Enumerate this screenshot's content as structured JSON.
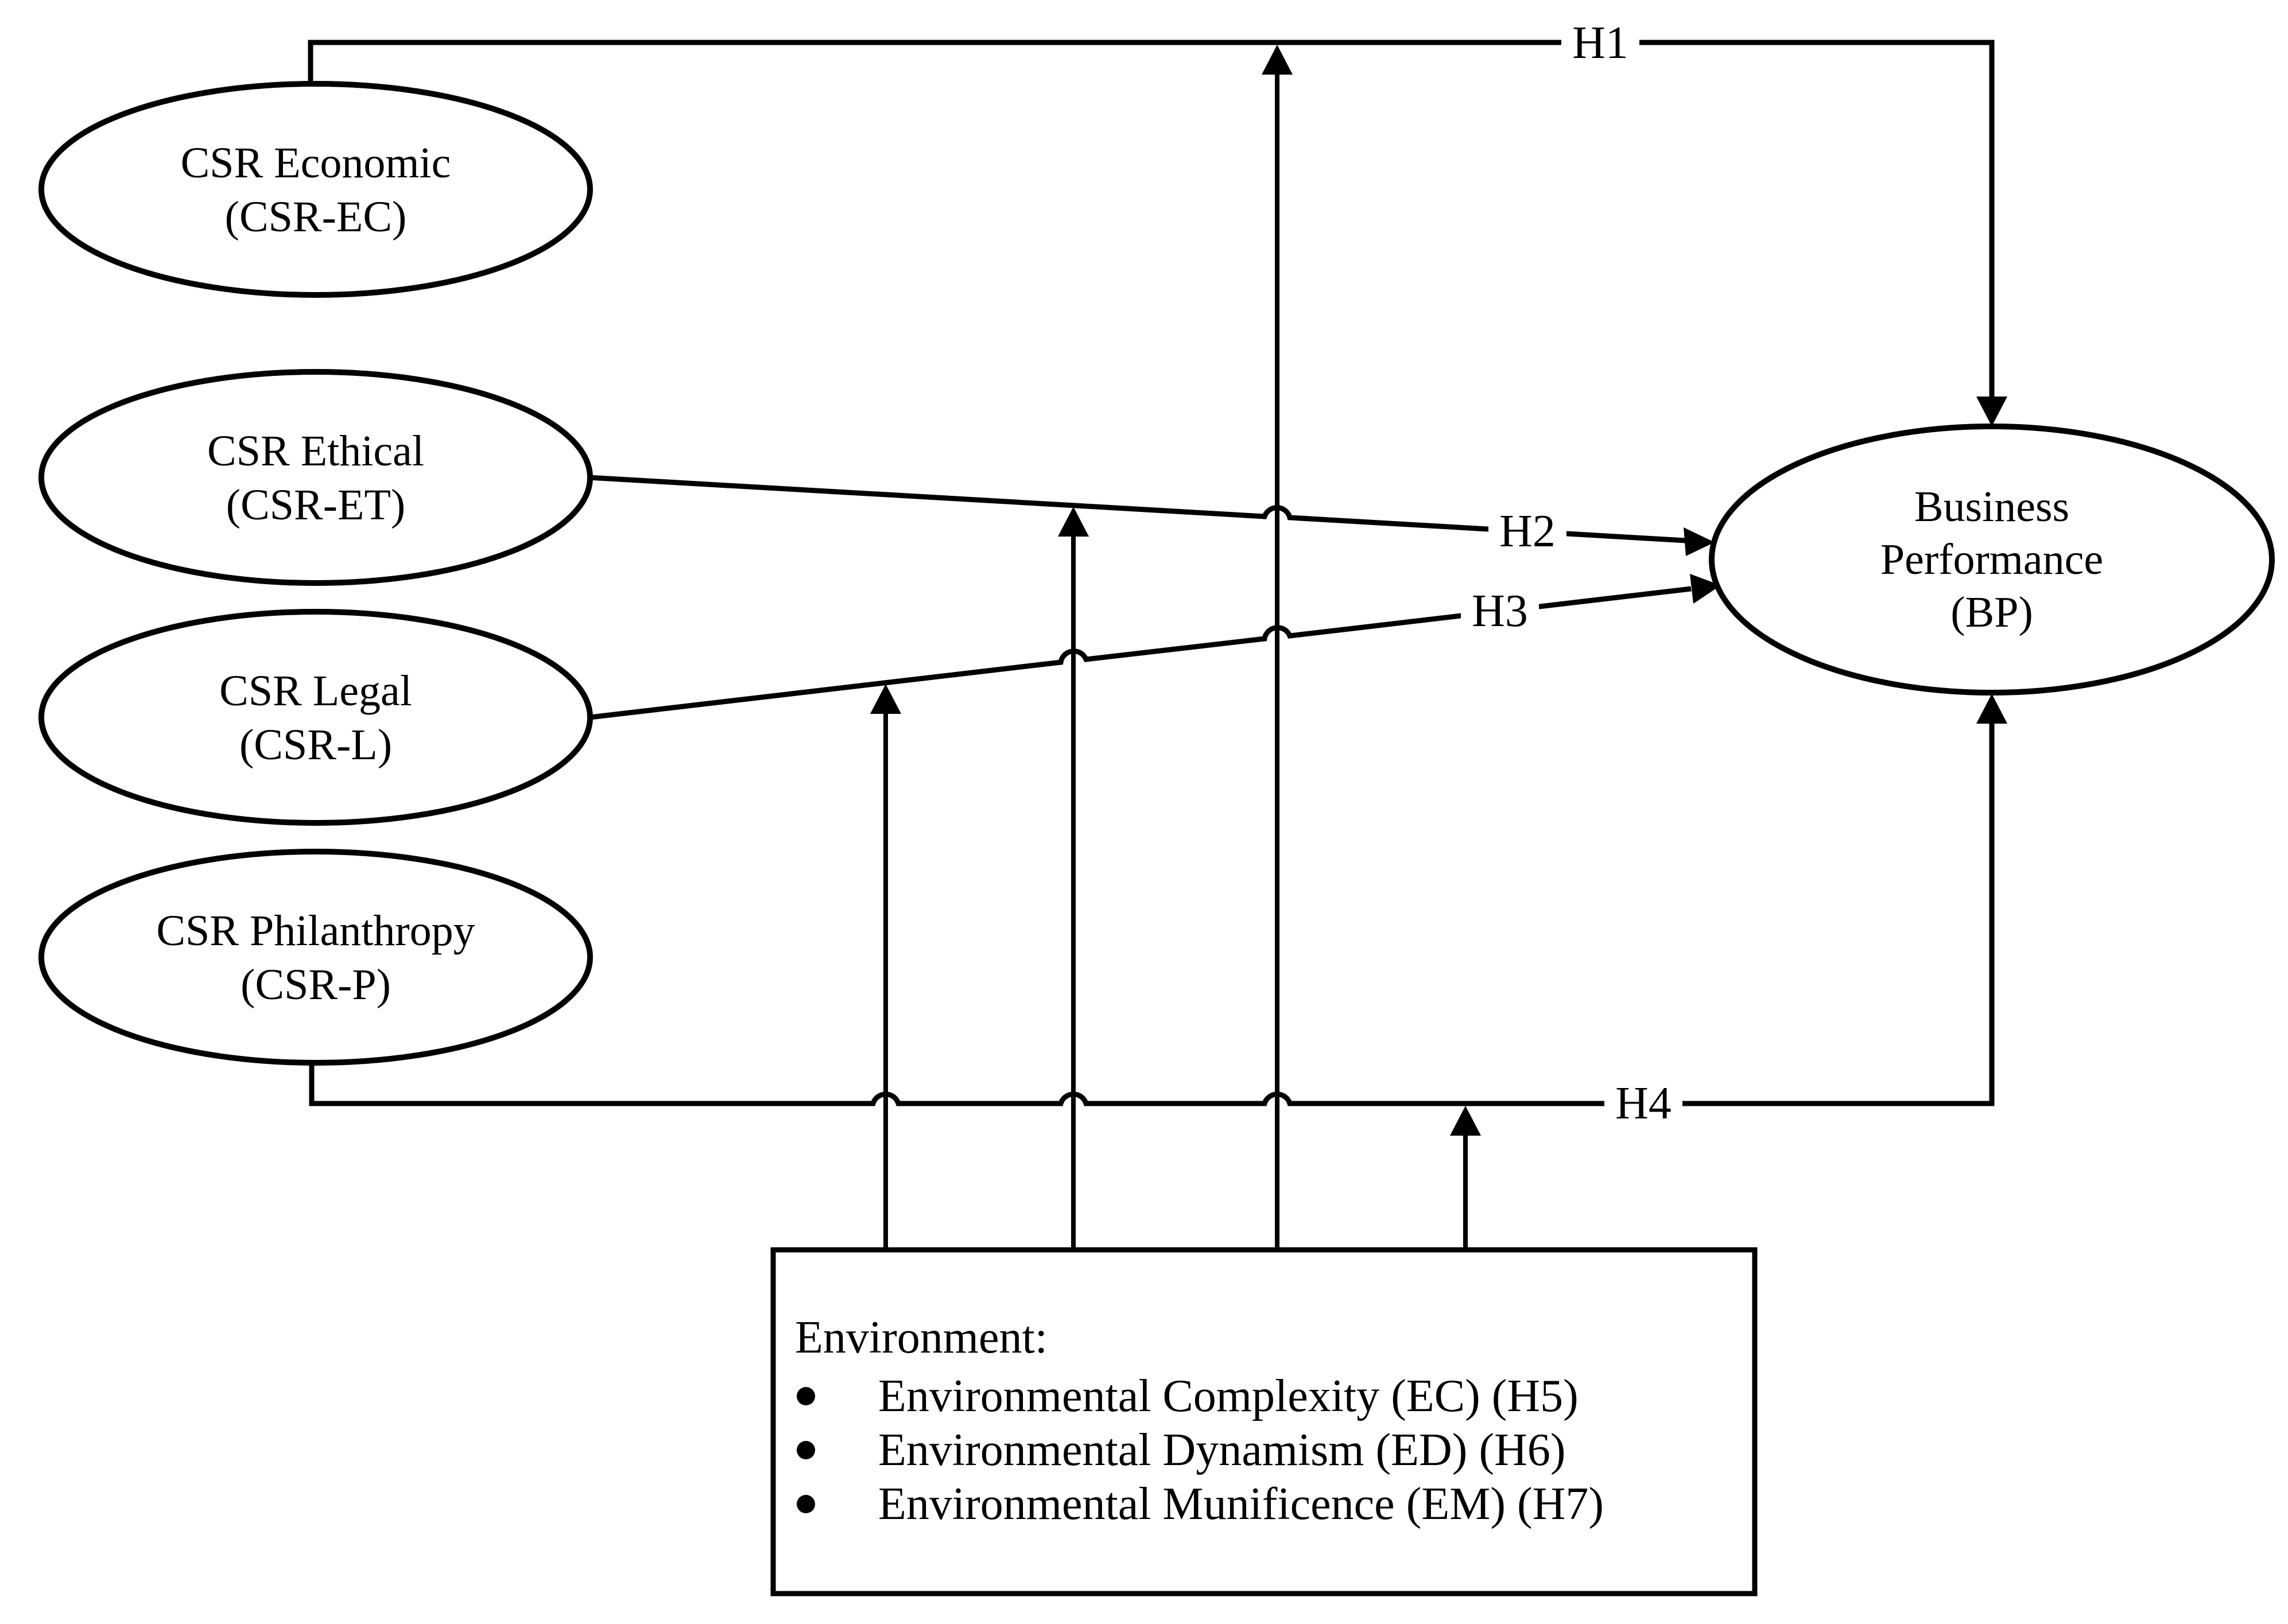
{
  "diagram": {
    "nodes": {
      "csr_economic": {
        "line1": "CSR Economic",
        "line2": "(CSR-EC)"
      },
      "csr_ethical": {
        "line1": "CSR Ethical",
        "line2": "(CSR-ET)"
      },
      "csr_legal": {
        "line1": "CSR Legal",
        "line2": "(CSR-L)"
      },
      "csr_philanthropy": {
        "line1": "CSR Philanthropy",
        "line2": "(CSR-P)"
      },
      "business_performance": {
        "line1": "Business",
        "line2": "Performance",
        "line3": "(BP)"
      }
    },
    "hypothesis_labels": {
      "h1": "H1",
      "h2": "H2",
      "h3": "H3",
      "h4": "H4"
    },
    "environment_box": {
      "title": "Environment:",
      "bullets": [
        "Environmental Complexity (EC) (H5)",
        "Environmental Dynamism (ED) (H6)",
        "Environmental Munificence (EM) (H7)"
      ]
    },
    "colors": {
      "stroke": "#000000",
      "background": "#ffffff"
    }
  }
}
